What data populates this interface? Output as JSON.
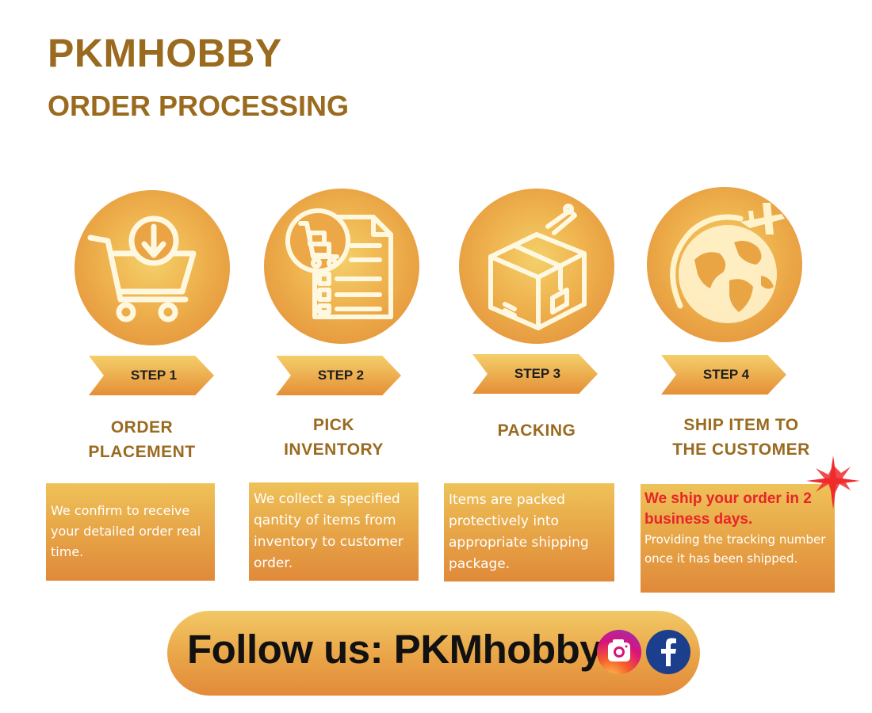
{
  "header": {
    "brand": "PKMHOBBY",
    "subtitle": "ORDER PROCESSING"
  },
  "steps": [
    {
      "label": "STEP 1",
      "title_lines": [
        "ORDER",
        "PLACEMENT"
      ],
      "icon": "shopping-cart-download-icon",
      "description": "We confirm to receive your detailed order real time."
    },
    {
      "label": "STEP 2",
      "title_lines": [
        "PICK",
        "INVENTORY"
      ],
      "icon": "inventory-checklist-icon",
      "description": "We collect a specified qantity of items from inventory to customer order."
    },
    {
      "label": "STEP 3",
      "title_lines": [
        "PACKING"
      ],
      "icon": "package-box-icon",
      "description": "Items are packed protectively into appropriate shipping package."
    },
    {
      "label": "STEP 4",
      "title_lines": [
        "SHIP ITEM TO",
        "THE CUSTOMER"
      ],
      "icon": "globe-airplane-icon",
      "highlight": "We ship your order in 2 business days.",
      "description": "Providing the tracking number once it has been shipped."
    }
  ],
  "footer": {
    "follow_text": "Follow us: PKMhobby",
    "social_icons": [
      "instagram-icon",
      "facebook-icon"
    ]
  },
  "colors": {
    "brand_brown": "#9a6a1f",
    "gold_light": "#f4d06a",
    "orange": "#e08a35",
    "highlight_red": "#e8242a",
    "facebook_blue": "#1b3f8c"
  }
}
